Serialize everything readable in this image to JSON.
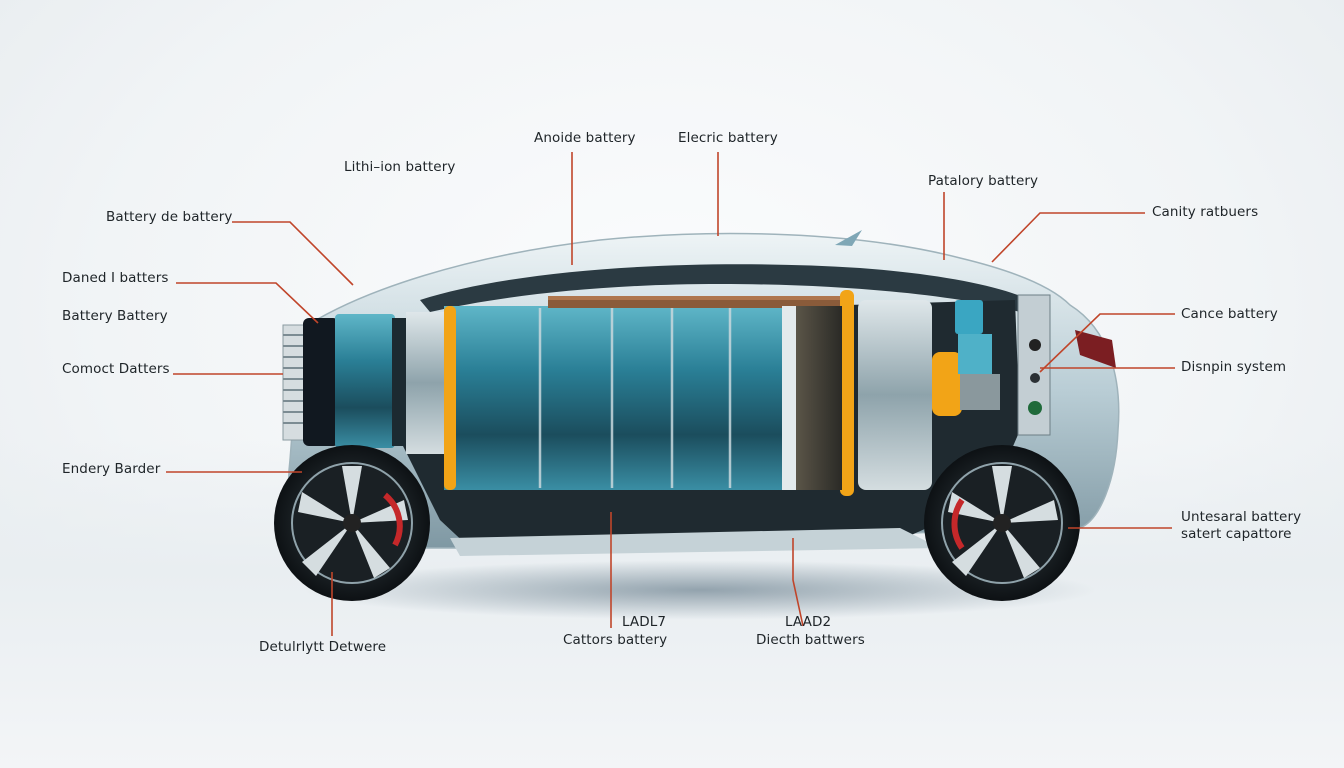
{
  "diagram": {
    "subject": "Electric car battery cutaway",
    "accent_colors": {
      "leader_line": "#c0452a",
      "battery_teal": "#2f8fa6",
      "battery_dark": "#1d4e5e",
      "ring_gold": "#f2a417",
      "body_silver": "#c9d8de",
      "frame_dark": "#1f2a30"
    }
  },
  "labels": {
    "top": [
      {
        "id": "lithium-ion",
        "text": "Lithi–ion battery"
      },
      {
        "id": "anoide",
        "text": "Anoide battery"
      },
      {
        "id": "elecric",
        "text": "Elecric battery"
      },
      {
        "id": "patalory",
        "text": "Patalory battery"
      }
    ],
    "left": [
      {
        "id": "battery-de",
        "text": "Battery de battery"
      },
      {
        "id": "daned",
        "text": "Daned I batters"
      },
      {
        "id": "battery-battery",
        "text": "Battery Battery"
      },
      {
        "id": "comoct",
        "text": "Comoct Datters"
      },
      {
        "id": "endery",
        "text": "Endery Barder"
      }
    ],
    "right": [
      {
        "id": "canity",
        "text": "Canity ratbuers"
      },
      {
        "id": "cance",
        "text": "Cance battery"
      },
      {
        "id": "disnpin",
        "text": "Disnpin system"
      },
      {
        "id": "untesaral-line1",
        "text": "Untesaral battery"
      },
      {
        "id": "untesaral-line2",
        "text": "satert capattore"
      }
    ],
    "bottom": [
      {
        "id": "detulrlytt",
        "text": "Detulrlytt Detwere"
      },
      {
        "id": "ladl7-code",
        "text": "LADL7"
      },
      {
        "id": "cattors",
        "text": "Cattors battery"
      },
      {
        "id": "laad2-code",
        "text": "LAAD2"
      },
      {
        "id": "diecth",
        "text": "Diecth battwers"
      }
    ]
  }
}
